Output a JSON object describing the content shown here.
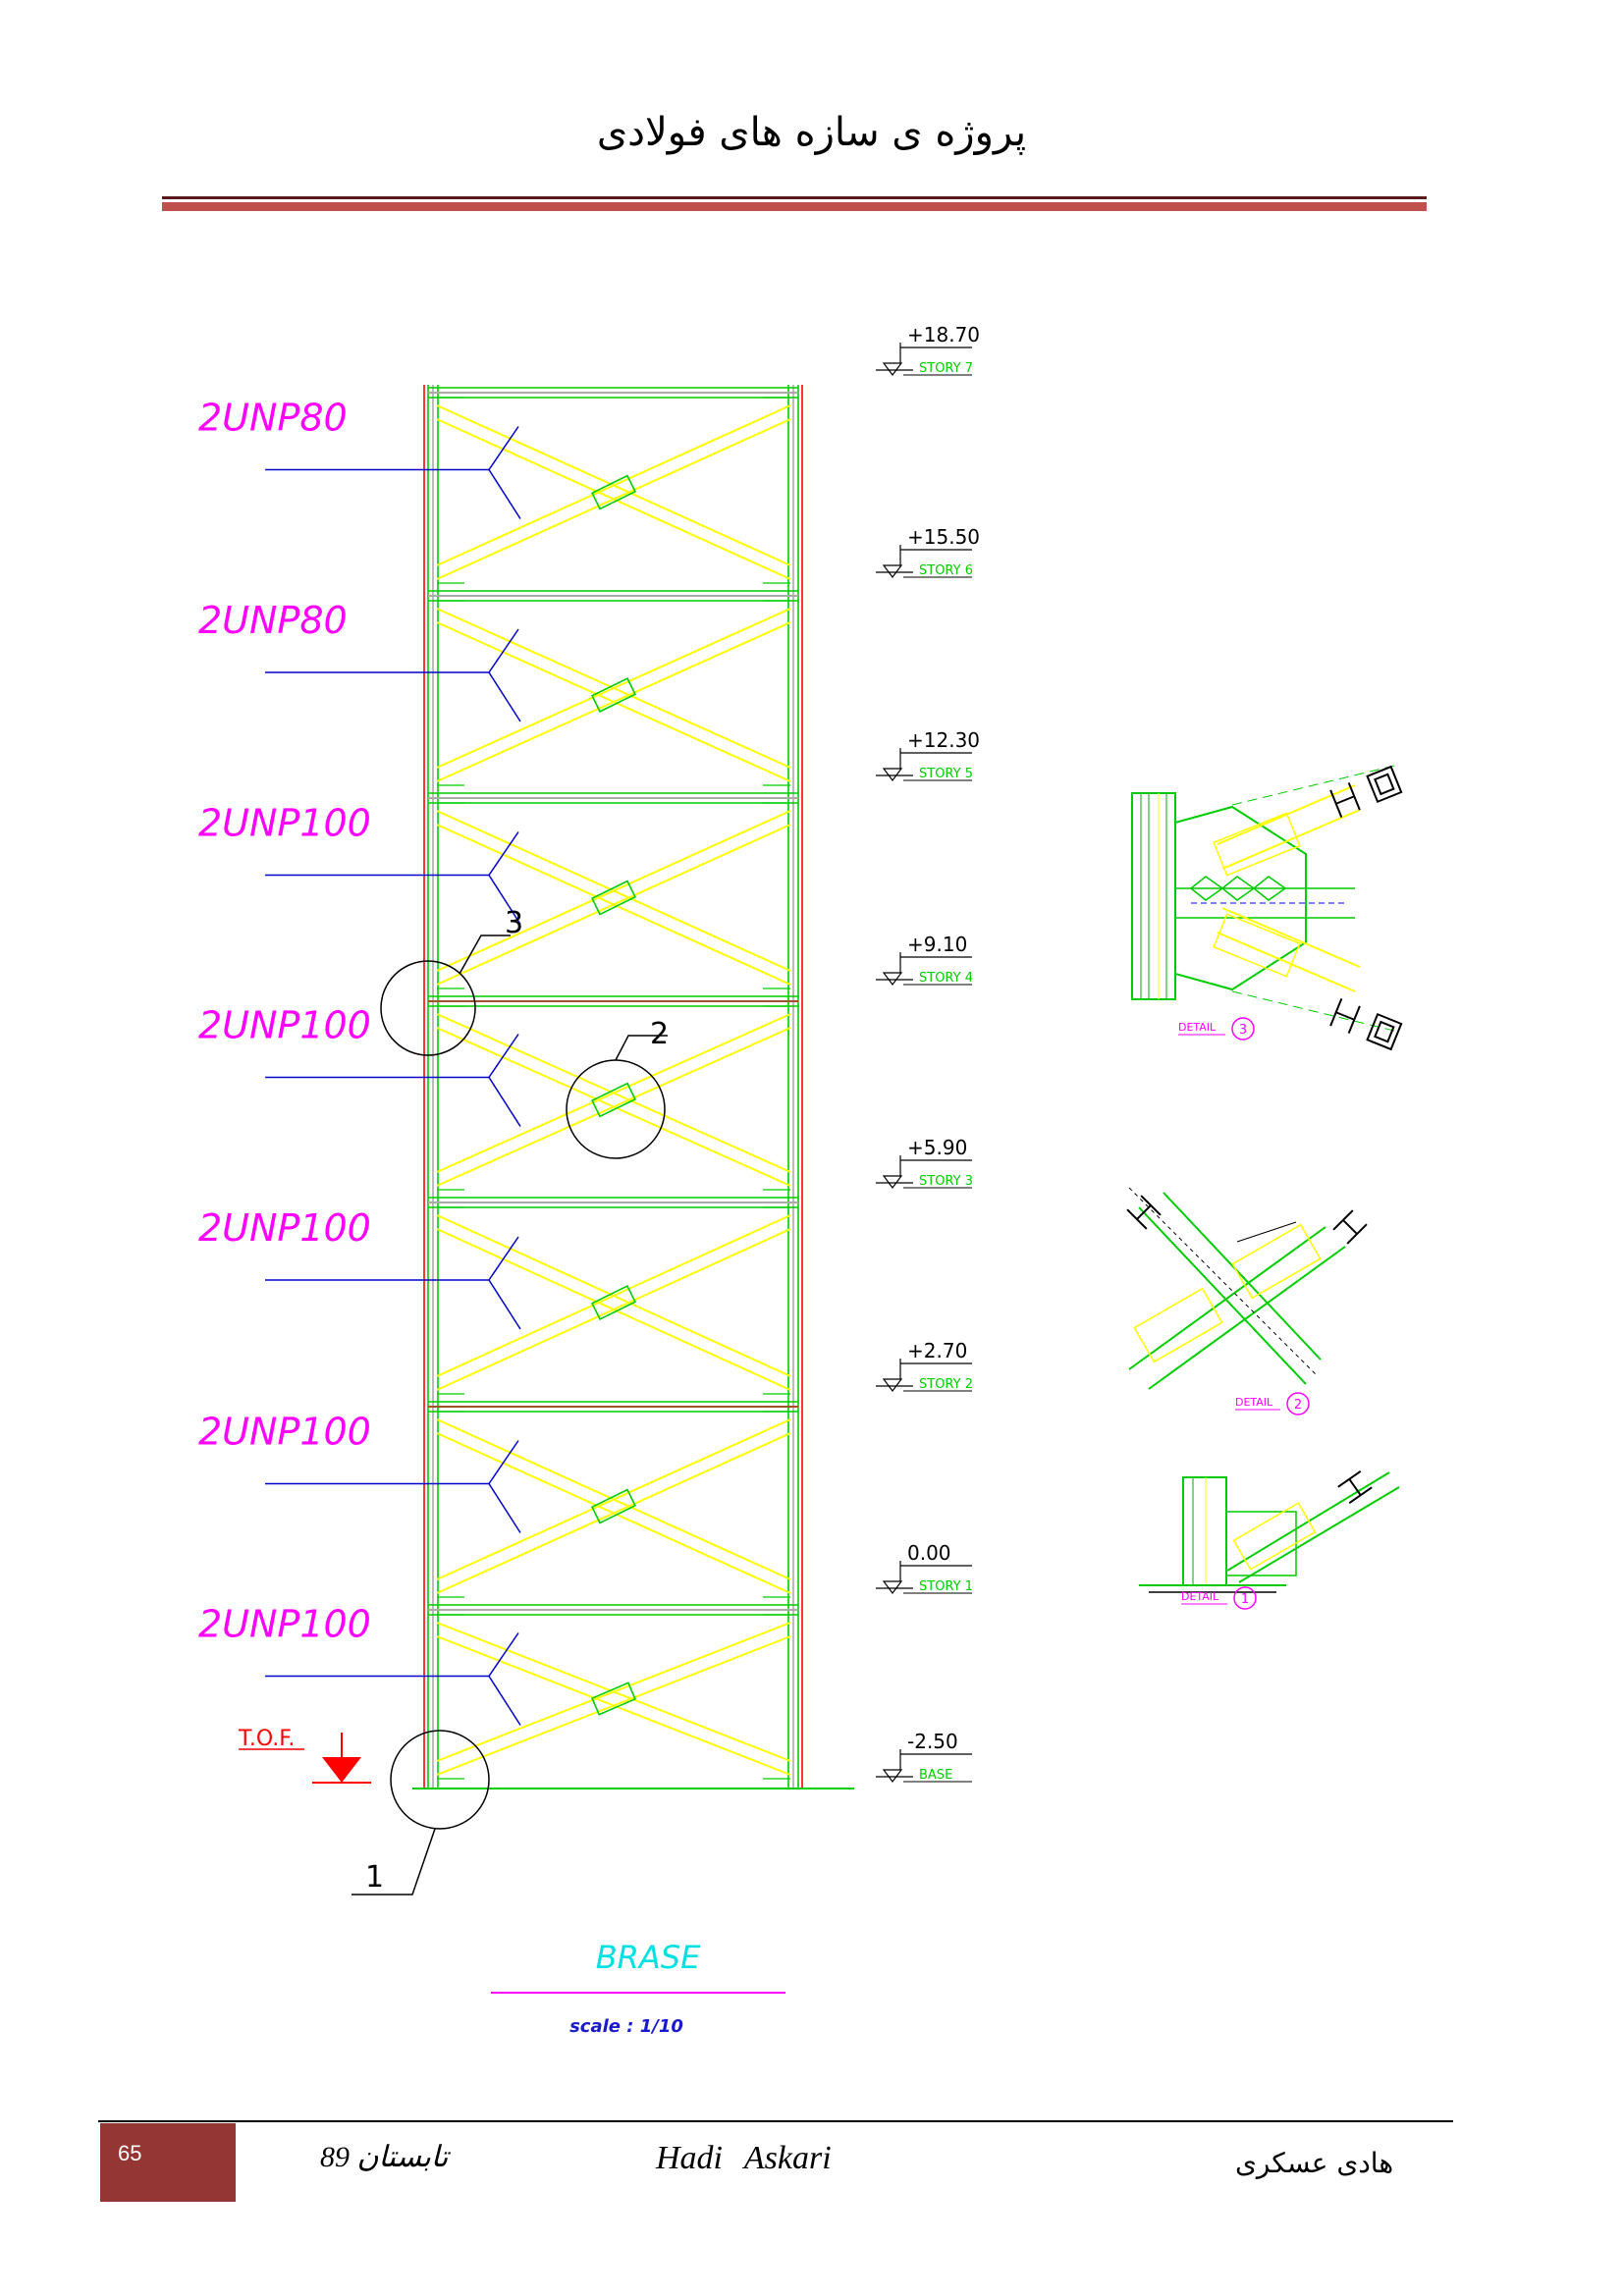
{
  "header": {
    "title": "پروژه ی سازه های فولادی"
  },
  "drawing": {
    "title": "BRASE",
    "scale": "scale  :  1/10",
    "tof_label": "T.O.F.",
    "callouts": [
      "1",
      "2",
      "3"
    ],
    "sections": [
      {
        "label": "2UNP80"
      },
      {
        "label": "2UNP80"
      },
      {
        "label": "2UNP100"
      },
      {
        "label": "2UNP100"
      },
      {
        "label": "2UNP100"
      },
      {
        "label": "2UNP100"
      },
      {
        "label": "2UNP100"
      }
    ],
    "levels": [
      {
        "elevation": "+18.70",
        "story": "STORY 7"
      },
      {
        "elevation": "+15.50",
        "story": "STORY 6"
      },
      {
        "elevation": "+12.30",
        "story": "STORY 5"
      },
      {
        "elevation": "+9.10",
        "story": "STORY 4"
      },
      {
        "elevation": "+5.90",
        "story": "STORY 3"
      },
      {
        "elevation": "+2.70",
        "story": "STORY 2"
      },
      {
        "elevation": "0.00",
        "story": "STORY 1"
      },
      {
        "elevation": "-2.50",
        "story": "BASE"
      }
    ],
    "details": [
      {
        "label": "DETAIL",
        "number": "3"
      },
      {
        "label": "DETAIL",
        "number": "2"
      },
      {
        "label": "DETAIL",
        "number": "1"
      }
    ]
  },
  "footer": {
    "page_number": "65",
    "season": "تابستان 89",
    "author_en": "Hadi  Askari",
    "author_fa": "هادی عسکری"
  }
}
